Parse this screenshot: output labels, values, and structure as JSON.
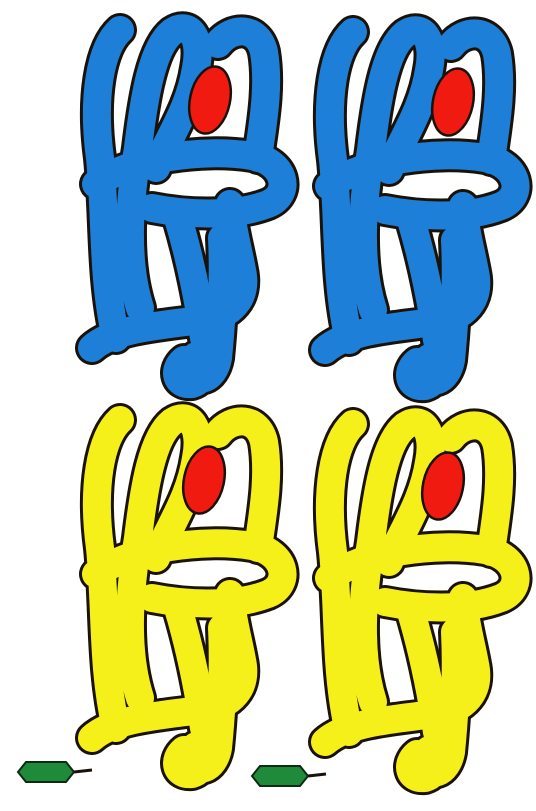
{
  "colors": {
    "background": "#ffffff",
    "outline": "#1a1208",
    "upper_domains": "#1e7fd8",
    "lower_domains": "#f5ef1a",
    "oval_marks": "#f01a10",
    "hexagon_tags": "#1f8a3a"
  },
  "domains": [
    {
      "name": "domain-blue-left",
      "color_key": "upper_domains"
    },
    {
      "name": "domain-blue-right",
      "color_key": "upper_domains"
    },
    {
      "name": "domain-yellow-left",
      "color_key": "lower_domains"
    },
    {
      "name": "domain-yellow-right",
      "color_key": "lower_domains"
    }
  ],
  "tags": [
    {
      "name": "green-hexagon-left",
      "color_key": "hexagon_tags"
    },
    {
      "name": "green-hexagon-right",
      "color_key": "hexagon_tags"
    }
  ]
}
